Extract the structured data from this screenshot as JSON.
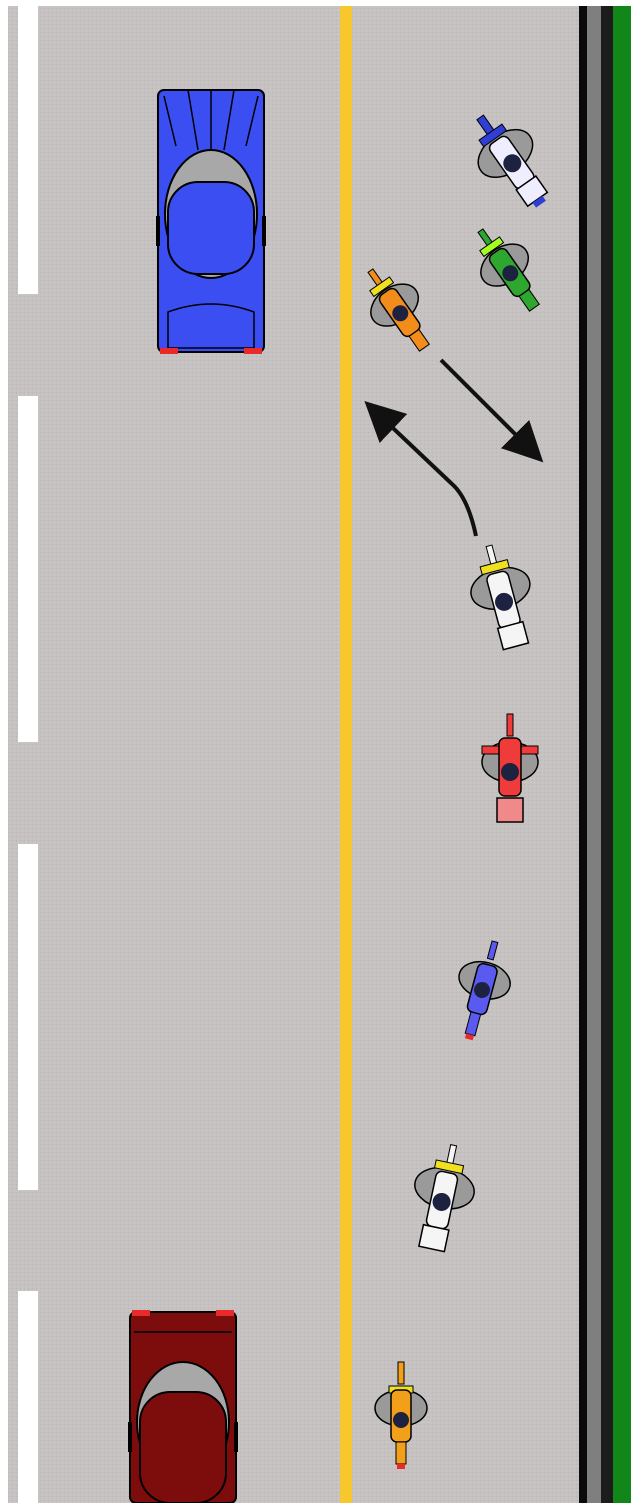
{
  "scene": {
    "description_free": true,
    "colors": {
      "asphalt": "#c4c0c0",
      "lane_line_white": "#ffffff",
      "center_line_yellow": "#f7c82e",
      "curb_black": "#0a0a0a",
      "curb_gray": "#7f7f7f",
      "shoulder_dark": "#1c1c1c",
      "grass_green": "#11871a",
      "arrow": "#111111"
    },
    "vehicles": [
      {
        "id": "car-blue",
        "kind": "car",
        "color": "#3a4ef2",
        "heading": "up"
      },
      {
        "id": "car-red",
        "kind": "car",
        "color": "#7d0d0d",
        "heading": "up"
      },
      {
        "id": "moto-white-top",
        "kind": "motorcycle",
        "color": "#eeeeff",
        "accent": "#2f3fd6",
        "heading": "up-left"
      },
      {
        "id": "moto-green",
        "kind": "motorcycle",
        "color": "#2fa62f",
        "accent": "#a6ff20",
        "heading": "up-left"
      },
      {
        "id": "moto-orange-lead",
        "kind": "motorcycle",
        "color": "#f28c1a",
        "accent": "#f0e020",
        "heading": "up-left"
      },
      {
        "id": "moto-white-mid",
        "kind": "motorcycle",
        "color": "#f5f5f5",
        "accent": "#f0e020",
        "heading": "up-left"
      },
      {
        "id": "moto-red",
        "kind": "motorcycle",
        "color": "#f03b3b",
        "accent": "#f03b3b",
        "heading": "up"
      },
      {
        "id": "moto-blue",
        "kind": "motorcycle",
        "color": "#5a5af0",
        "accent": "#f0e020",
        "heading": "up-right"
      },
      {
        "id": "moto-white-low",
        "kind": "motorcycle",
        "color": "#f5f5f5",
        "accent": "#f0e020",
        "heading": "up-right"
      },
      {
        "id": "moto-orange-tail",
        "kind": "motorcycle",
        "color": "#f2a01a",
        "accent": "#f0e020",
        "heading": "up"
      }
    ],
    "arrows": [
      {
        "id": "swap-arrow-down",
        "icon": "arrow-down-right-icon"
      },
      {
        "id": "swap-arrow-up",
        "icon": "curved-arrow-up-left-icon"
      }
    ]
  }
}
